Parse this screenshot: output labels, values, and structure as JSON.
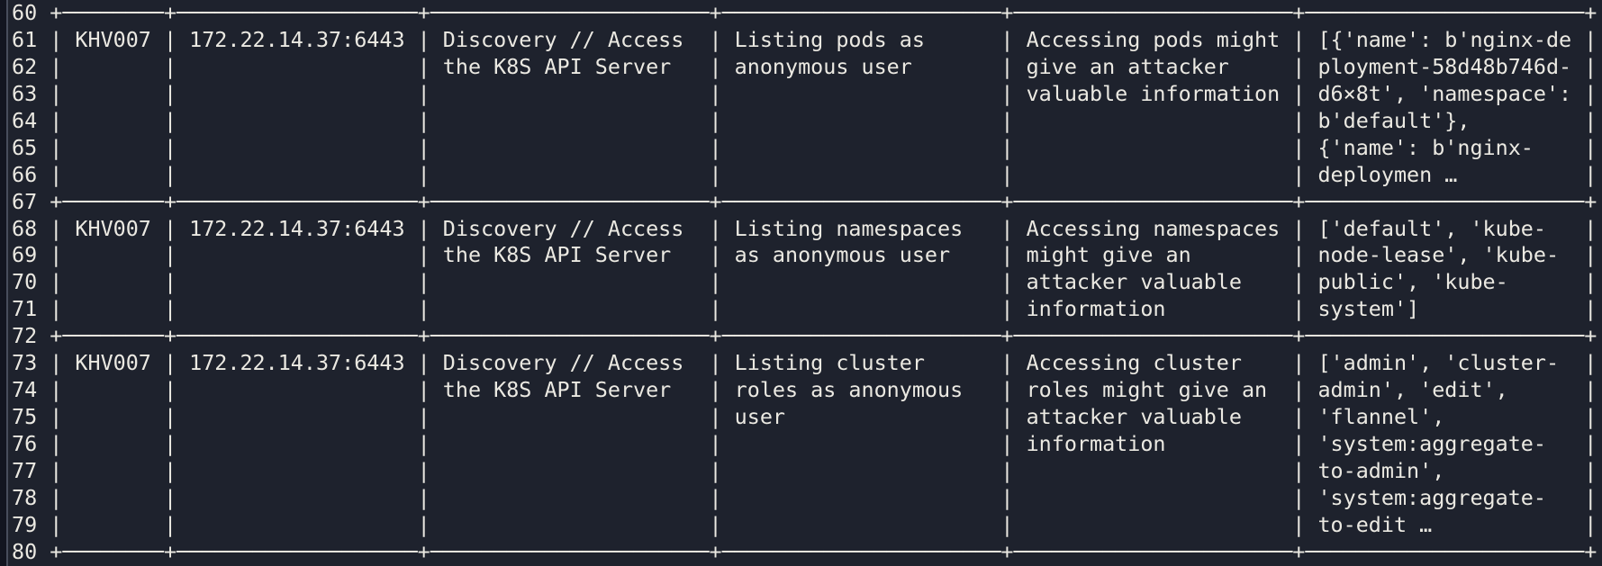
{
  "colors": {
    "background": "#1e222d",
    "foreground": "#ebe9e2",
    "pane_edge_background": "#121520",
    "pane_edge_line": "#474d5c"
  },
  "terminal": {
    "start_line_number": 60,
    "end_line_number": 80
  },
  "table": {
    "rows": [
      {
        "id": "KHV007",
        "location": "172.22.14.37:6443",
        "category": [
          "Discovery // Access",
          "the K8S API Server"
        ],
        "vulnerability": [
          "Listing pods as",
          "anonymous user"
        ],
        "description": [
          "Accessing pods might",
          "give an attacker",
          "valuable information"
        ],
        "evidence": [
          "[{'name': b'nginx-de",
          "ployment-58d48b746d-",
          "d6×8t', 'namespace':",
          "b'default'},",
          "{'name': b'nginx-",
          "deploymen …"
        ]
      },
      {
        "id": "KHV007",
        "location": "172.22.14.37:6443",
        "category": [
          "Discovery // Access",
          "the K8S API Server"
        ],
        "vulnerability": [
          "Listing namespaces",
          "as anonymous user"
        ],
        "description": [
          "Accessing namespaces",
          "might give an",
          "attacker valuable",
          "information"
        ],
        "evidence": [
          "['default', 'kube-",
          "node-lease', 'kube-",
          "public', 'kube-",
          "system']"
        ]
      },
      {
        "id": "KHV007",
        "location": "172.22.14.37:6443",
        "category": [
          "Discovery // Access",
          "the K8S API Server"
        ],
        "vulnerability": [
          "Listing cluster",
          "roles as anonymous",
          "user"
        ],
        "description": [
          "Accessing cluster",
          "roles might give an",
          "attacker valuable",
          "information"
        ],
        "evidence": [
          "['admin', 'cluster-",
          "admin', 'edit',",
          "'flannel',",
          "'system:aggregate-",
          "to-admin',",
          "'system:aggregate-",
          "to-edit …"
        ]
      }
    ]
  }
}
